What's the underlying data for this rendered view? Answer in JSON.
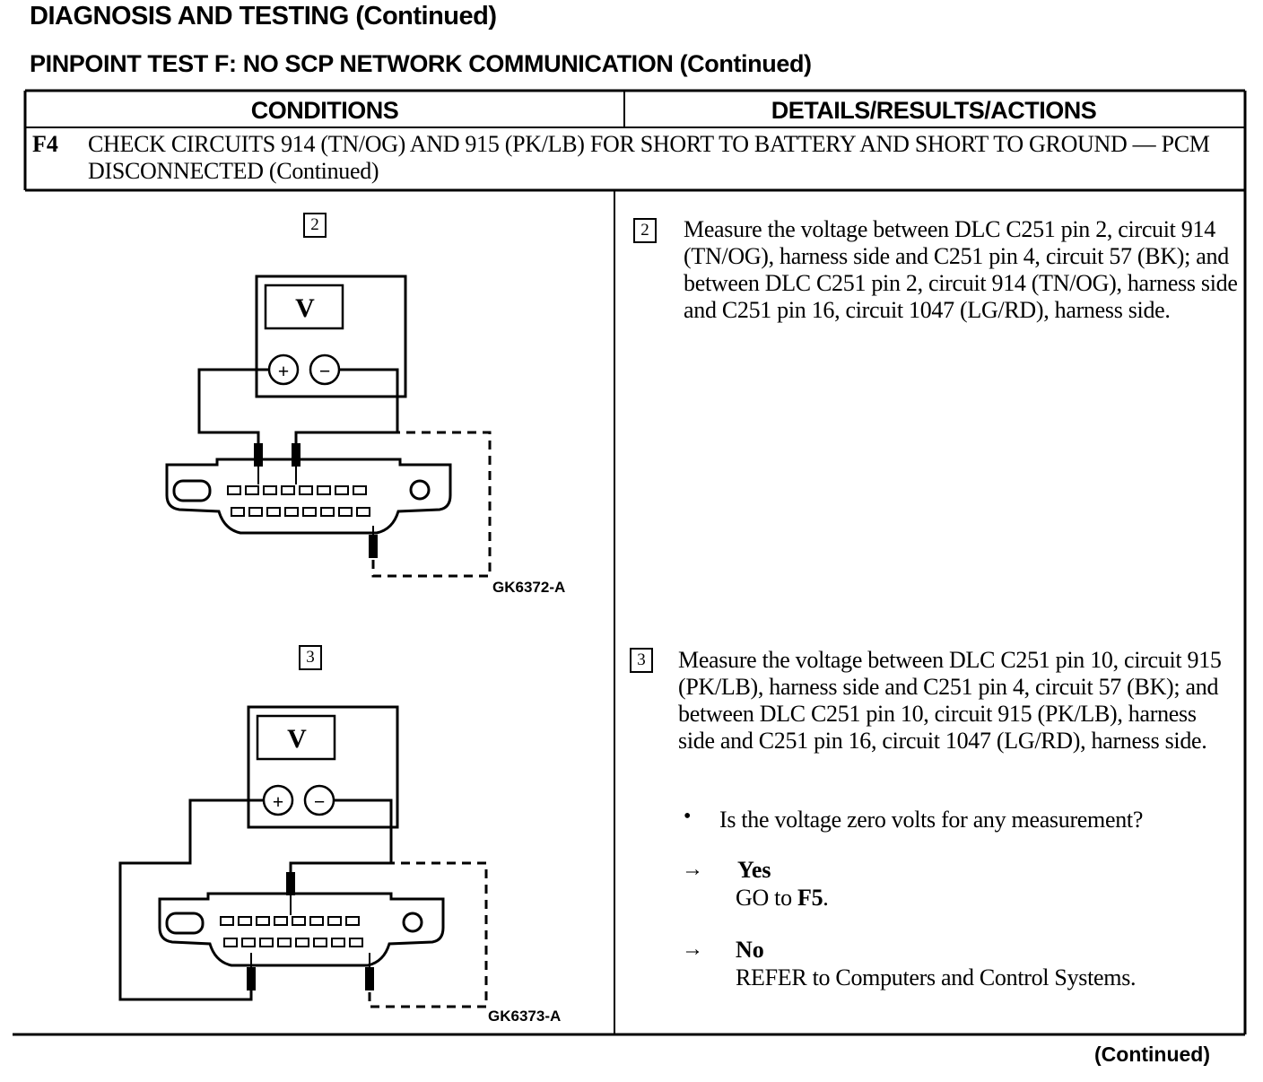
{
  "page": {
    "title": "DIAGNOSIS AND TESTING (Continued)",
    "subtitle": "PINPOINT TEST F:  NO SCP NETWORK COMMUNICATION (Continued)",
    "continued": "(Continued)"
  },
  "table": {
    "header_conditions": "CONDITIONS",
    "header_details": "DETAILS/RESULTS/ACTIONS",
    "step_id": "F4",
    "step_title": "CHECK CIRCUITS 914 (TN/OG) AND 915 (PK/LB) FOR SHORT TO BATTERY AND SHORT TO GROUND — PCM DISCONNECTED (Continued)"
  },
  "figures": [
    {
      "step": "2",
      "meter_label": "V",
      "plus": "+",
      "minus": "−",
      "code": "GK6372-A"
    },
    {
      "step": "3",
      "meter_label": "V",
      "plus": "+",
      "minus": "−",
      "code": "GK6373-A"
    }
  ],
  "details": {
    "step2_num": "2",
    "step2_text": "Measure the voltage between DLC C251 pin 2, circuit 914 (TN/OG), harness side and C251 pin 4, circuit 57 (BK); and between DLC C251 pin 2, circuit 914 (TN/OG), harness side and C251 pin 16, circuit 1047 (LG/RD), harness side.",
    "step3_num": "3",
    "step3_text": "Measure the voltage between DLC C251 pin 10, circuit 915 (PK/LB), harness side and C251 pin 4, circuit 57 (BK); and between DLC C251 pin 10, circuit 915 (PK/LB), harness side and C251 pin 16, circuit 1047 (LG/RD), harness  side.",
    "bullet": "•",
    "question": "Is the voltage zero volts for any measurement?",
    "arrow": "→",
    "yes_label": "Yes",
    "yes_action": "GO to F5.",
    "no_label": "No",
    "no_action": "REFER to Computers and Control Systems."
  }
}
